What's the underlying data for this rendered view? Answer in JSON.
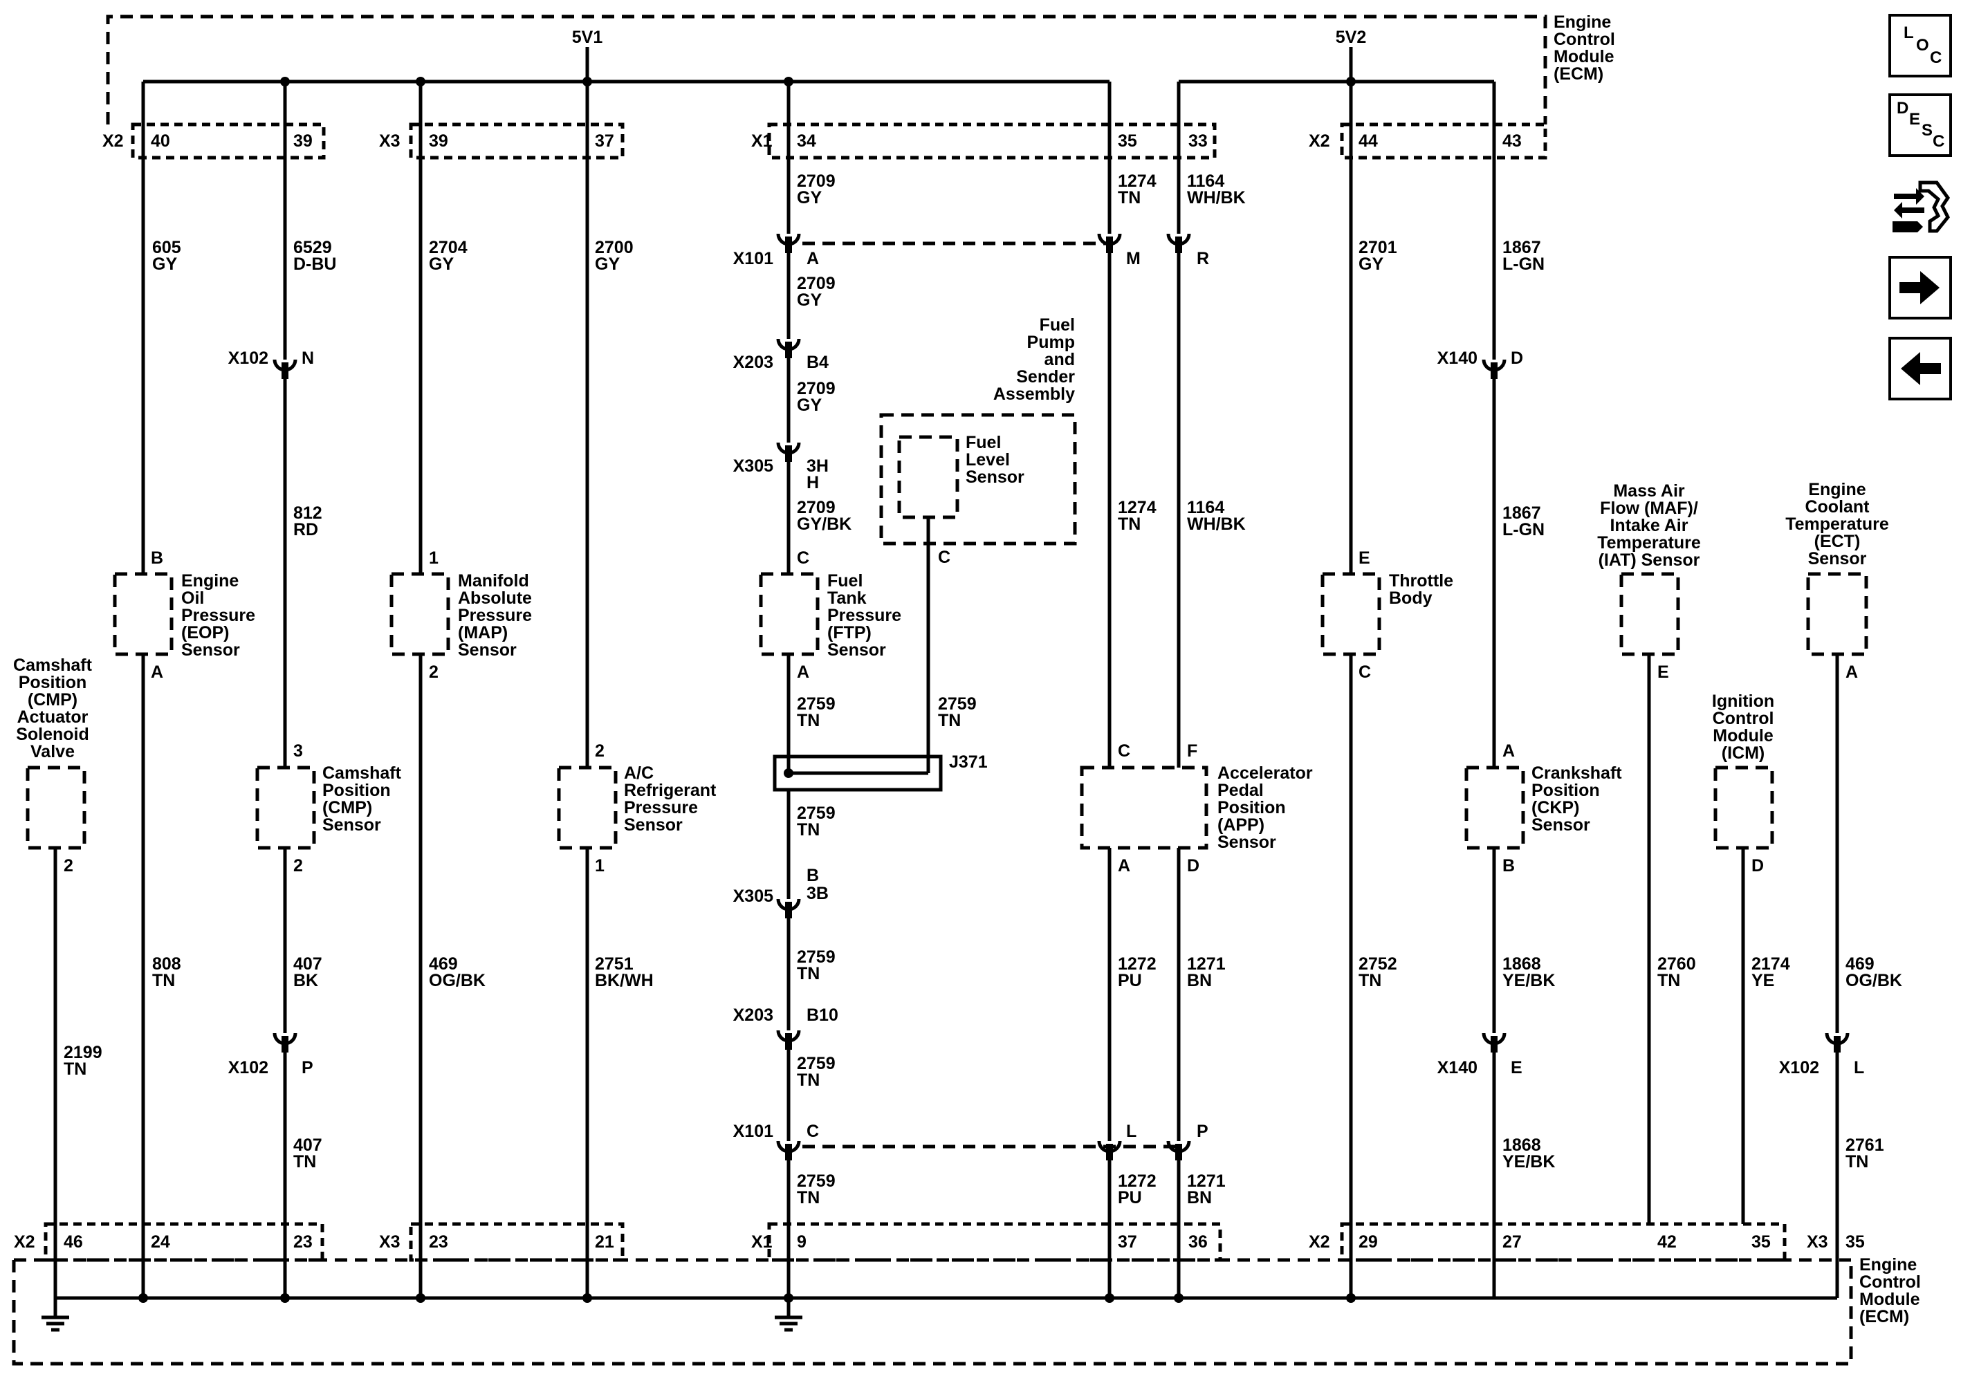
{
  "ecm_top_label": [
    "Engine",
    "Control",
    "Module",
    "(ECM)"
  ],
  "ecm_bottom_label": [
    "Engine",
    "Control",
    "Module",
    "(ECM)"
  ],
  "buses": {
    "v1": "5V1",
    "v2": "5V2"
  },
  "top_connectors": [
    {
      "id": "X2",
      "pins": [
        "40",
        "39"
      ]
    },
    {
      "id": "X3",
      "pins": [
        "39",
        "37"
      ]
    },
    {
      "id": "X1",
      "pins": [
        "34",
        "35",
        "33"
      ]
    },
    {
      "id": "X2",
      "pins": [
        "44",
        "43"
      ]
    }
  ],
  "bottom_connectors": [
    {
      "id": "X2",
      "pins": [
        "46",
        "24",
        "23"
      ]
    },
    {
      "id": "X3",
      "pins": [
        "23",
        "21"
      ]
    },
    {
      "id": "X1",
      "pins": [
        "9",
        "37",
        "36"
      ]
    },
    {
      "id": "X2",
      "pins": [
        "29",
        "27",
        "42",
        "35"
      ]
    },
    {
      "id": "X3",
      "pins": [
        "35"
      ]
    }
  ],
  "wires": [
    [
      "605",
      "GY"
    ],
    [
      "6529",
      "D-BU"
    ],
    [
      "2704",
      "GY"
    ],
    [
      "2700",
      "GY"
    ],
    [
      "2709",
      "GY"
    ],
    [
      "1274",
      "TN"
    ],
    [
      "1164",
      "WH/BK"
    ],
    [
      "2701",
      "GY"
    ],
    [
      "1867",
      "L-GN"
    ],
    [
      "2709",
      "GY"
    ],
    [
      "2709",
      "GY"
    ],
    [
      "2709",
      "GY/BK"
    ],
    [
      "812",
      "RD"
    ],
    [
      "1274",
      "TN"
    ],
    [
      "1164",
      "WH/BK"
    ],
    [
      "1867",
      "L-GN"
    ],
    [
      "2759",
      "TN"
    ],
    [
      "2759",
      "TN"
    ],
    [
      "2759",
      "TN"
    ],
    [
      "2759",
      "TN"
    ],
    [
      "2759",
      "TN"
    ],
    [
      "2759",
      "TN"
    ],
    [
      "808",
      "TN"
    ],
    [
      "407",
      "BK"
    ],
    [
      "469",
      "OG/BK"
    ],
    [
      "2751",
      "BK/WH"
    ],
    [
      "1272",
      "PU"
    ],
    [
      "1271",
      "BN"
    ],
    [
      "2752",
      "TN"
    ],
    [
      "1868",
      "YE/BK"
    ],
    [
      "2760",
      "TN"
    ],
    [
      "2174",
      "YE"
    ],
    [
      "469",
      "OG/BK"
    ],
    [
      "2199",
      "TN"
    ],
    [
      "407",
      "TN"
    ],
    [
      "1272",
      "PU"
    ],
    [
      "1271",
      "BN"
    ],
    [
      "1868",
      "YE/BK"
    ],
    [
      "2761",
      "TN"
    ]
  ],
  "inline_connectors": [
    "X101",
    "X203",
    "X305",
    "X102",
    "X140",
    "X305",
    "X203",
    "X101",
    "X102",
    "X140",
    "X102"
  ],
  "inline_pins": [
    "A",
    "M",
    "R",
    "B4",
    "3H",
    "H",
    "N",
    "D",
    "B",
    "3B",
    "B10",
    "C",
    "L",
    "P",
    "P",
    "E",
    "L"
  ],
  "splice": "J371",
  "components": {
    "eop": [
      "Engine",
      "Oil",
      "Pressure",
      "(EOP)",
      "Sensor"
    ],
    "map": [
      "Manifold",
      "Absolute",
      "Pressure",
      "(MAP)",
      "Sensor"
    ],
    "ftp": [
      "Fuel",
      "Tank",
      "Pressure",
      "(FTP)",
      "Sensor"
    ],
    "fuel_pump": [
      "Fuel",
      "Pump",
      "and",
      "Sender",
      "Assembly"
    ],
    "fuel_level": [
      "Fuel",
      "Level",
      "Sensor"
    ],
    "cmp_valve": [
      "Camshaft",
      "Position",
      "(CMP)",
      "Actuator",
      "Solenoid",
      "Valve"
    ],
    "cmp_sensor": [
      "Camshaft",
      "Position",
      "(CMP)",
      "Sensor"
    ],
    "ac": [
      "A/C",
      "Refrigerant",
      "Pressure",
      "Sensor"
    ],
    "app": [
      "Accelerator",
      "Pedal",
      "Position",
      "(APP)",
      "Sensor"
    ],
    "throttle": [
      "Throttle",
      "Body"
    ],
    "maf": [
      "Mass Air",
      "Flow (MAF)/",
      "Intake Air",
      "Temperature",
      "(IAT) Sensor"
    ],
    "ect": [
      "Engine",
      "Coolant",
      "Temperature",
      "(ECT)",
      "Sensor"
    ],
    "icm": [
      "Ignition",
      "Control",
      "Module",
      "(ICM)"
    ],
    "ckp": [
      "Crankshaft",
      "Position",
      "(CKP)",
      "Sensor"
    ]
  },
  "component_pins": [
    "B",
    "A",
    "1",
    "2",
    "C",
    "A",
    "C",
    "3",
    "2",
    "2",
    "2",
    "1",
    "C",
    "F",
    "A",
    "D",
    "E",
    "C",
    "E",
    "A",
    "A",
    "B",
    "D"
  ],
  "side_buttons": [
    {
      "letters": [
        "L",
        "O",
        "C"
      ],
      "icon": "location-icon"
    },
    {
      "letters": [
        "D",
        "E",
        "S",
        "C"
      ],
      "icon": "description-icon"
    },
    {
      "letters": [],
      "icon": "connector-tool-icon"
    },
    {
      "letters": [],
      "icon": "arrow-right-icon"
    },
    {
      "letters": [],
      "icon": "arrow-left-icon"
    }
  ]
}
